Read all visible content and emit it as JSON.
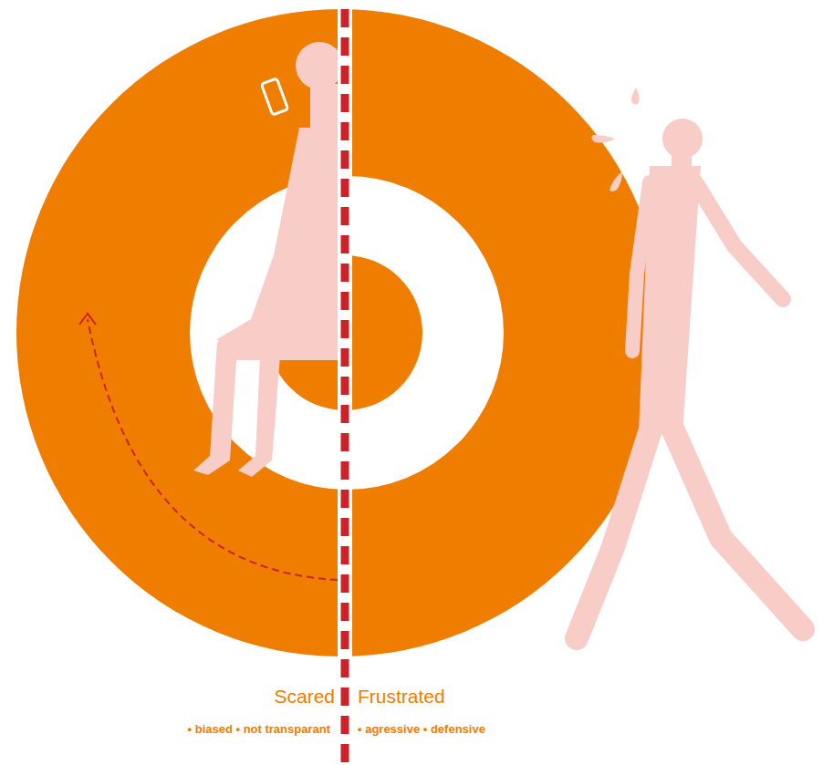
{
  "diagram": {
    "labels": [
      "Scared",
      "Frustrated",
      "• biased • not transparant",
      "• agressive • defensive"
    ]
  }
}
